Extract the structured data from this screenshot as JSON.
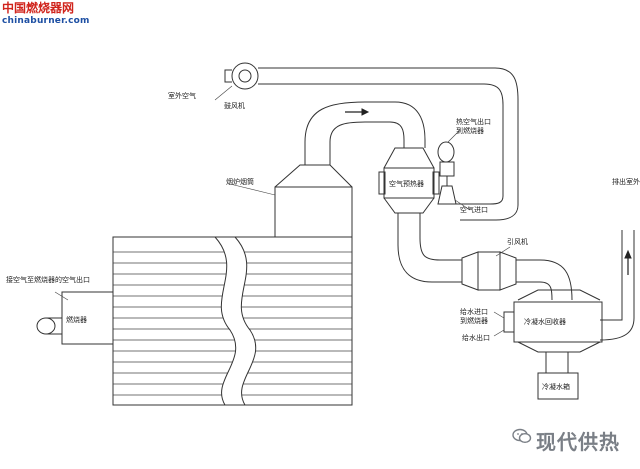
{
  "watermark": {
    "title": "中国燃烧器网",
    "url": "chinaburner.com"
  },
  "labels": {
    "outdoor_air": "室外空气",
    "blower": "鼓风机",
    "furnace_flue": "烟炉烟筒",
    "air_preheater": "空气预热器",
    "hot_air_outlet": "热空气出口\n到燃烧器",
    "air_inlet": "空气进口",
    "induced_fan": "引风机",
    "exhaust_outdoor": "排出室外",
    "burner_front_label": "接空气至燃烧器的空气出口",
    "combustion_chamber": "燃烧器",
    "water_inlet": "给水进口\n到燃烧器",
    "water_outlet": "给水出口",
    "condenser": "冷凝水回收器",
    "condensate_tank": "冷凝水箱"
  },
  "brand": {
    "text": "现代供热",
    "icon": "wechat-icon"
  }
}
